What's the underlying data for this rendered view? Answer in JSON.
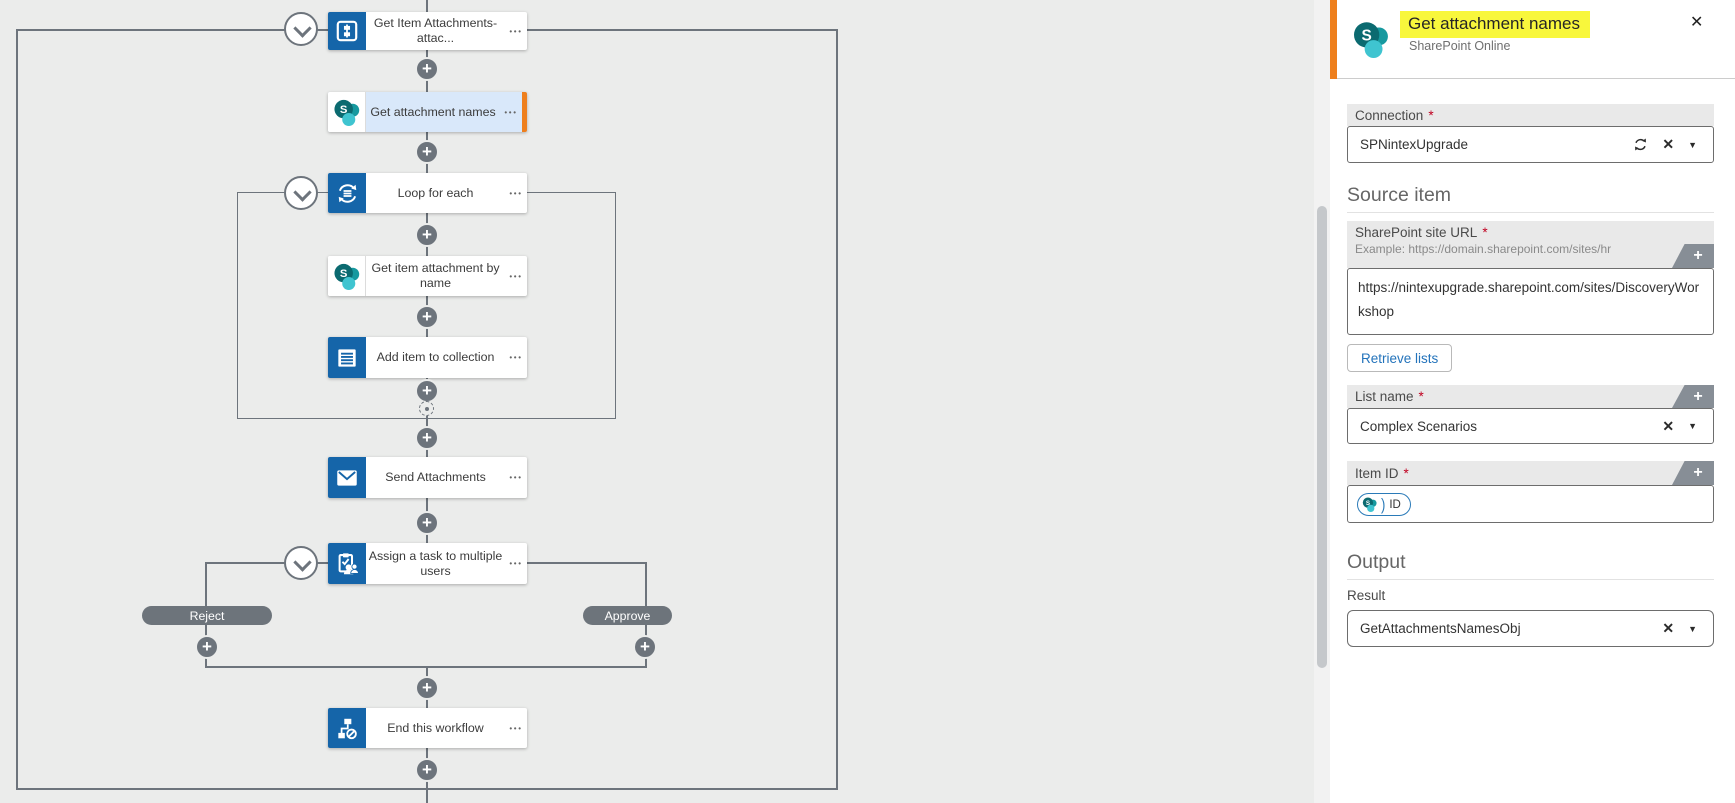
{
  "canvas": {
    "nodes": [
      {
        "label": "Get Item Attachments- attac..."
      },
      {
        "label": "Get attachment names"
      },
      {
        "label": "Loop for each"
      },
      {
        "label": "Get item attachment by name"
      },
      {
        "label": "Add item to collection"
      },
      {
        "label": "Send Attachments"
      },
      {
        "label": "Assign a task to multiple users"
      },
      {
        "label": "End this workflow"
      }
    ],
    "branch_labels": {
      "reject": "Reject",
      "approve": "Approve"
    }
  },
  "panel": {
    "title": "Get attachment names",
    "subtitle": "SharePoint Online",
    "required_mark": "*",
    "connection": {
      "label": "Connection",
      "value": "SPNintexUpgrade"
    },
    "source_item": {
      "title": "Source item",
      "site_url": {
        "label": "SharePoint site URL",
        "hint": "Example: https://domain.sharepoint.com/sites/hr",
        "value": "https://nintexupgrade.sharepoint.com/sites/DiscoveryWorkshop"
      },
      "retrieve_button": "Retrieve lists",
      "list_name": {
        "label": "List name",
        "value": "Complex Scenarios"
      },
      "item_id": {
        "label": "Item ID",
        "token": "ID"
      }
    },
    "output": {
      "title": "Output",
      "result_label": "Result",
      "result_value": "GetAttachmentsNamesObj"
    }
  },
  "icons": {
    "close": "✕",
    "clear": "✕",
    "dropdown": "▼",
    "plus": "+",
    "menu": "•••",
    "token_divider": ")"
  },
  "colors": {
    "accent_orange": "#ee7f1d",
    "node_blue": "#1565a9",
    "selected_blue": "#d9e8fa",
    "highlight_yellow": "#f8f73c",
    "connector_gray": "#6d747c",
    "link_blue": "#2373bb",
    "canvas_gray": "#ebeceb"
  }
}
